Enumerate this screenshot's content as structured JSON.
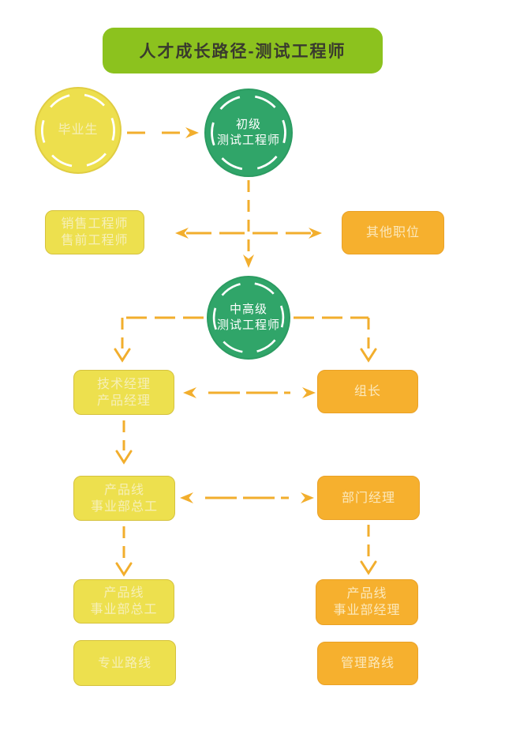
{
  "title": "人才成长路径-测试工程师",
  "colors": {
    "title_bg": "#8CC21E",
    "yellow_node": "#EDE04E",
    "orange_node": "#F6B02E",
    "green_node": "#30A569",
    "arrow": "#F2AE2D"
  },
  "nodes": {
    "graduate": {
      "label": "毕业生"
    },
    "junior": {
      "line1": "初级",
      "line2": "测试工程师"
    },
    "mid_senior": {
      "line1": "中高级",
      "line2": "测试工程师"
    },
    "sales": {
      "line1": "销售工程师",
      "line2": "售前工程师"
    },
    "other": {
      "label": "其他职位"
    },
    "tech_mgr": {
      "line1": "技术经理",
      "line2": "产品经理"
    },
    "team_leader": {
      "label": "组长"
    },
    "line_chief_a": {
      "line1": "产品线",
      "line2": "事业部总工"
    },
    "dept_mgr": {
      "label": "部门经理"
    },
    "line_chief_b": {
      "line1": "产品线",
      "line2": "事业部总工"
    },
    "div_mgr": {
      "line1": "产品线",
      "line2": "事业部经理"
    },
    "pro_route": {
      "label": "专业路线"
    },
    "mgmt_route": {
      "label": "管理路线"
    }
  }
}
